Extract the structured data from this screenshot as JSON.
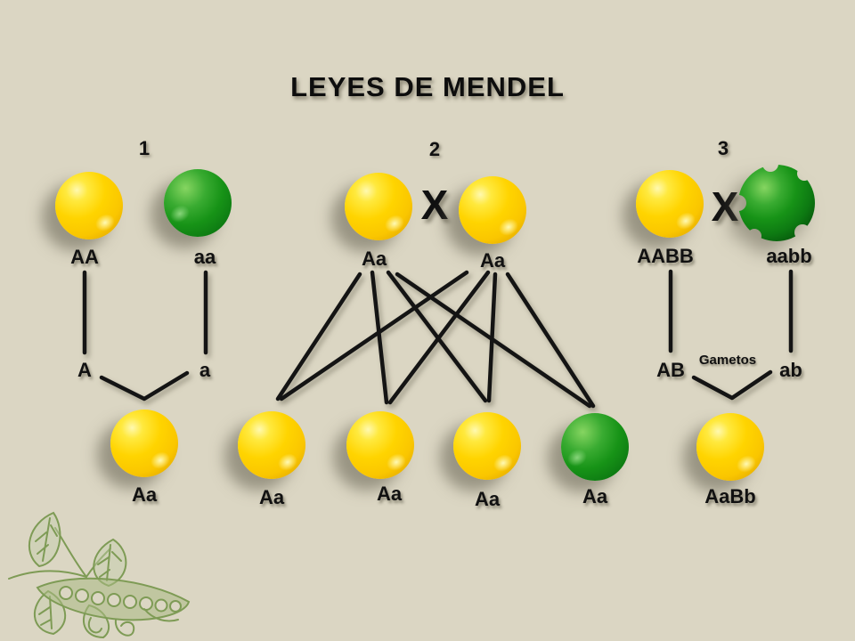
{
  "title": "LEYES DE MENDEL",
  "colors": {
    "background": "#dbd6c3",
    "pea_yellow": "#ffd400",
    "pea_green": "#179317",
    "line": "#141414",
    "plant_sketch_green": "#7e9b55"
  },
  "sections": {
    "s1": {
      "number": "1",
      "parent1": "AA",
      "parent2": "aa",
      "gamete1": "A",
      "gamete2": "a",
      "offspring": "Aa"
    },
    "s2": {
      "number": "2",
      "cross": "X",
      "parent1": "Aa",
      "parent2": "Aa",
      "offspring": [
        "Aa",
        "Aa",
        "Aa",
        "Aa"
      ]
    },
    "s3": {
      "number": "3",
      "cross": "X",
      "parent1": "AABB",
      "parent2": "aabb",
      "gamete1": "AB",
      "gametes_label": "Gametos",
      "gamete2": "ab",
      "offspring": "AaBb"
    }
  }
}
